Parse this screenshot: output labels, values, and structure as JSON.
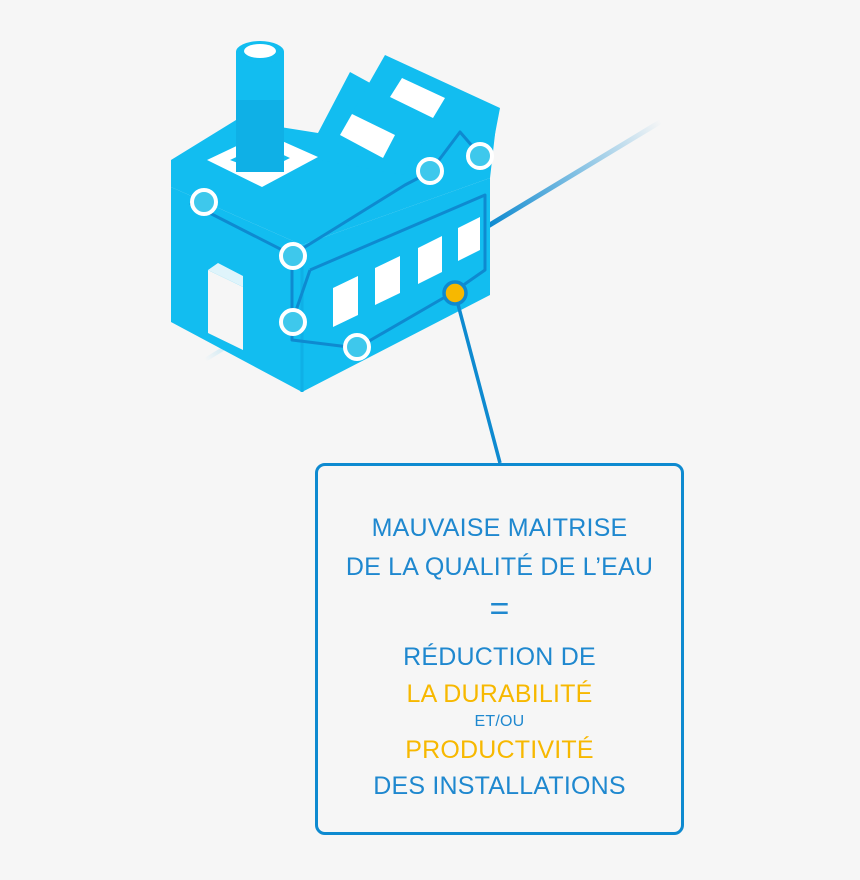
{
  "box": {
    "line1": "MAUVAISE MAITRISE",
    "line2": "DE LA QUALITÉ DE L’EAU",
    "equals": "=",
    "line3": "RÉDUCTION DE",
    "line4": "LA DURABILITÉ",
    "line5": "ET/OU",
    "line6": "PRODUCTIVITÉ",
    "line7": "DES INSTALLATIONS"
  },
  "colors": {
    "background": "#f6f6f6",
    "factory_blue": "#12bdf0",
    "dark_blue": "#0e8ad0",
    "text_blue": "#1f88cf",
    "accent_yellow": "#f7b800",
    "node_fill": "#3ec8ec"
  },
  "icons": [
    "factory-icon",
    "sensor-node-icon",
    "highlight-node-icon"
  ]
}
